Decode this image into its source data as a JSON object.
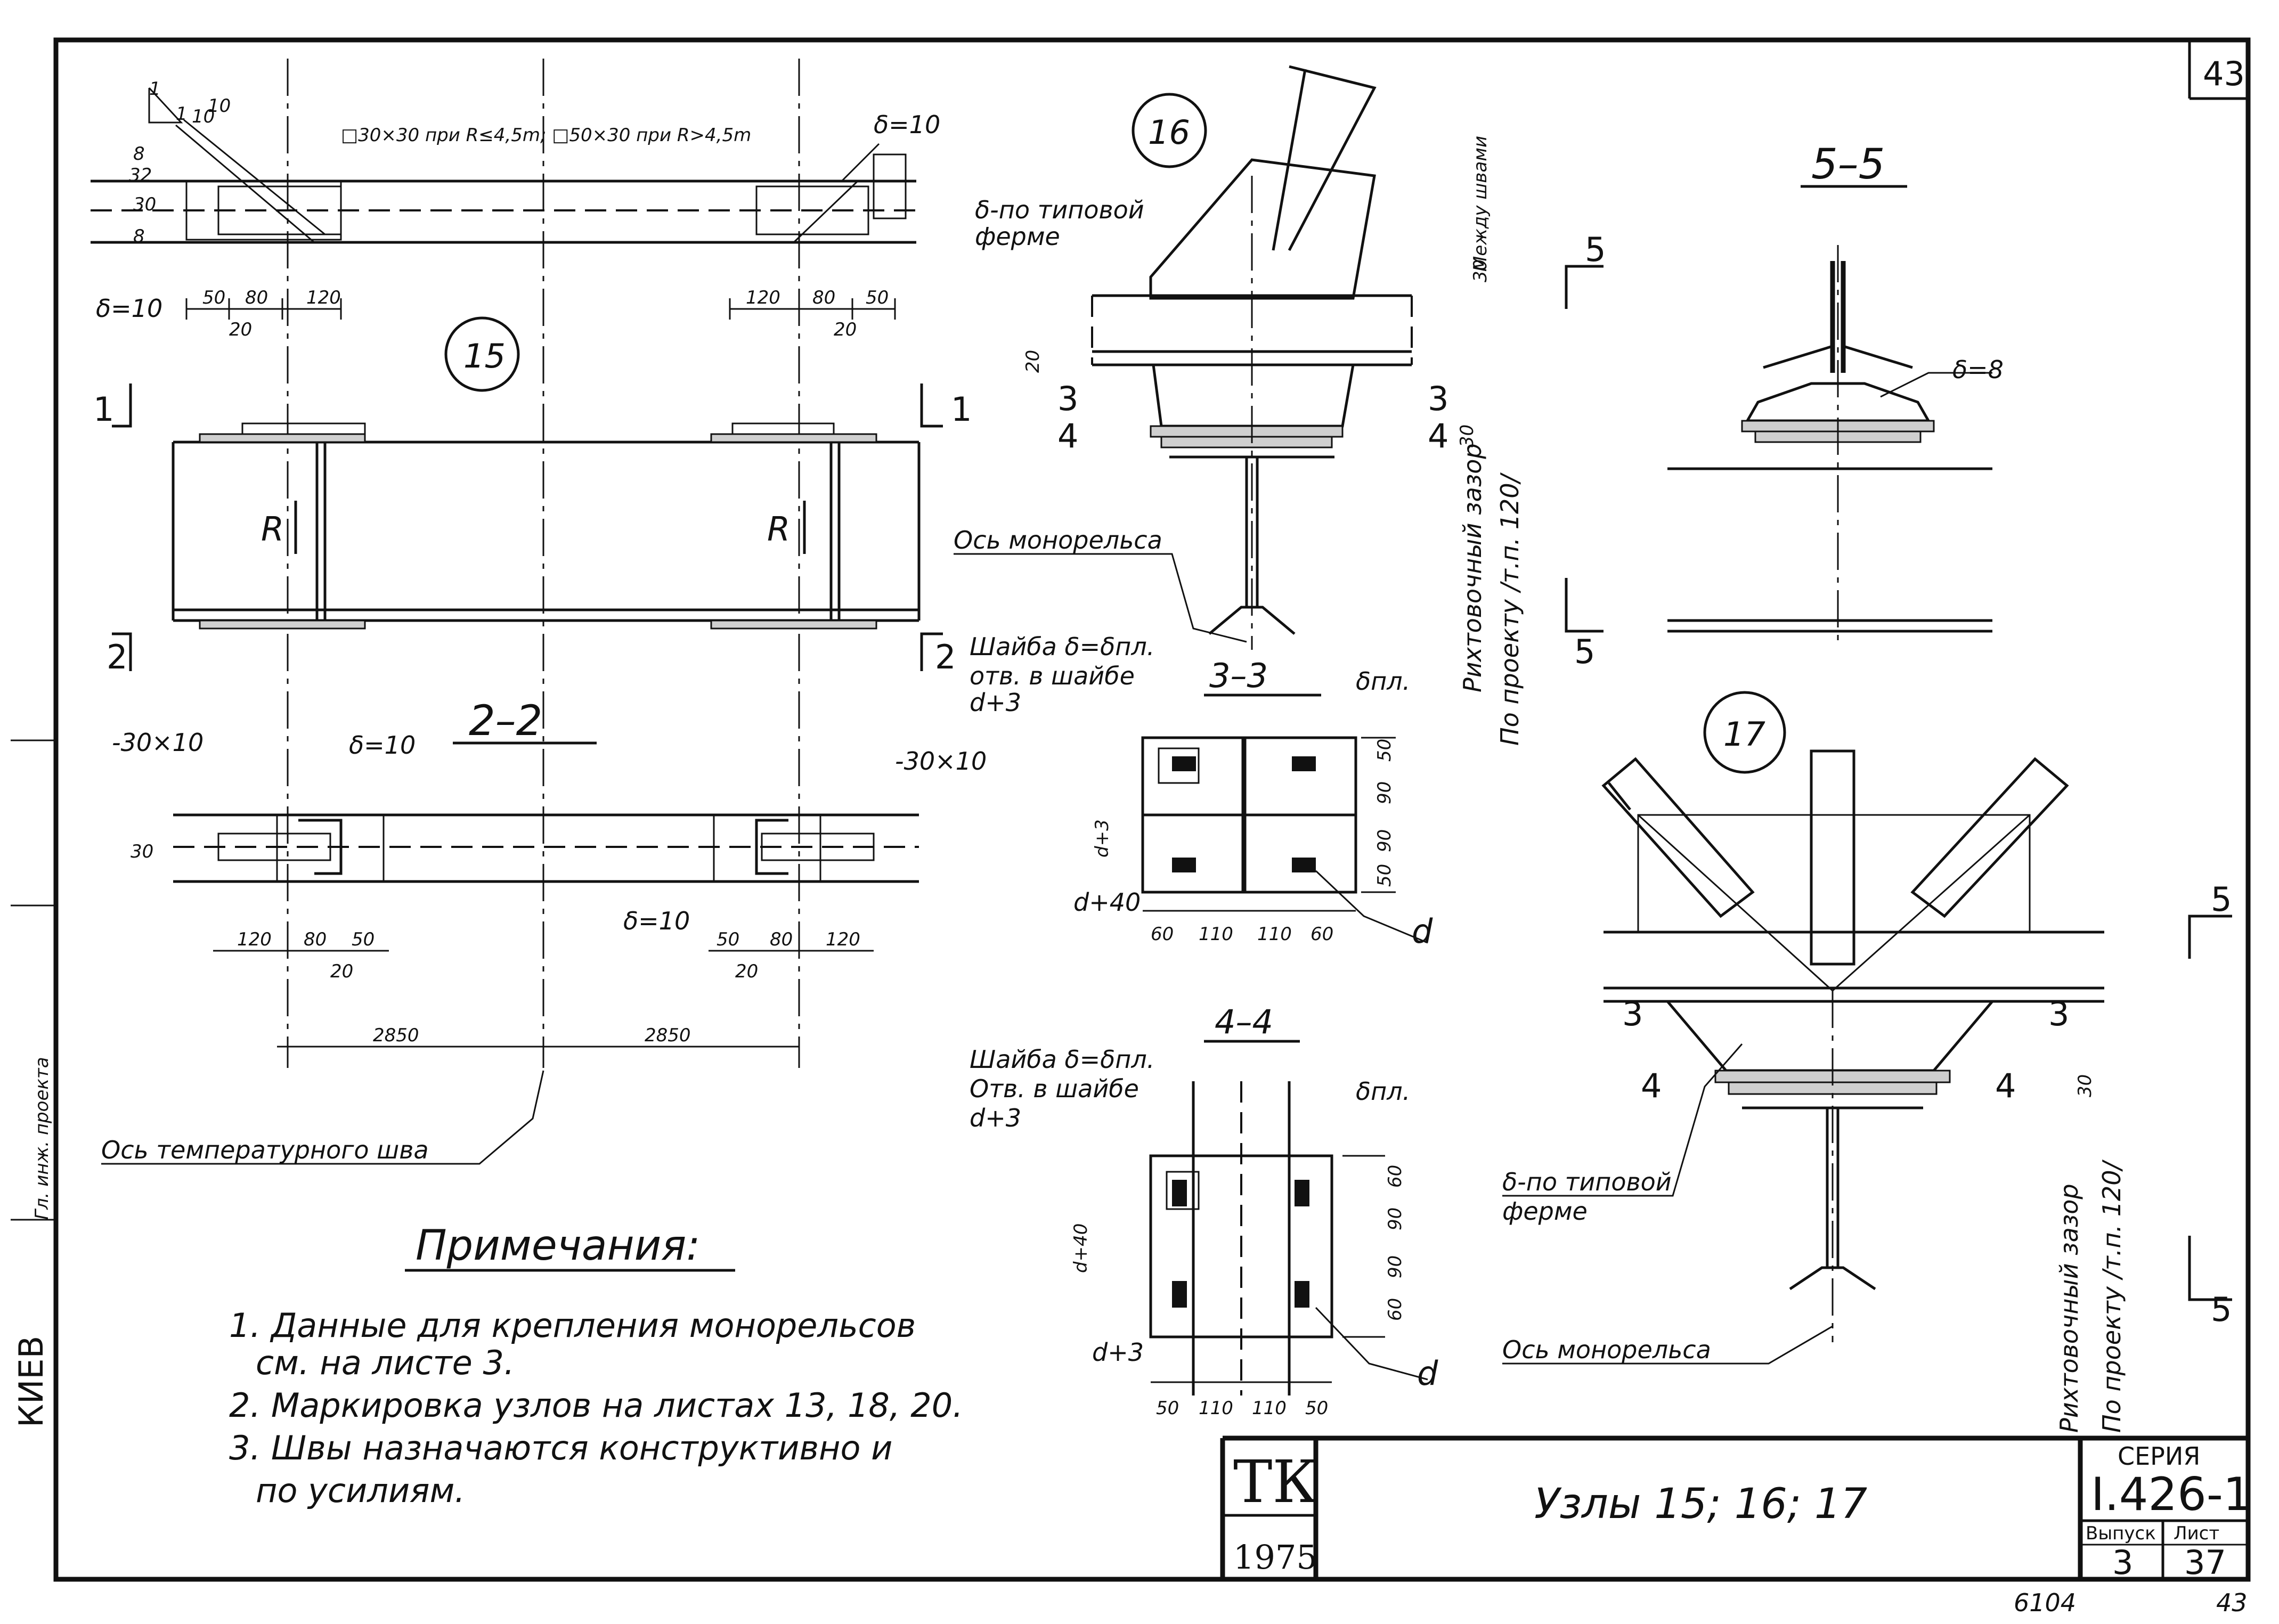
{
  "sheet": {
    "corner_sheet_no": "43",
    "archive_no": "6104",
    "bottom_sheet_no": "43",
    "side_mark": "КИЕВ"
  },
  "node15": {
    "label": "15",
    "note_plates": "□30×30 при R≤4,5m; □50×30 при R>4,5m",
    "thk_left": "δ=10",
    "thk_right": "δ=10",
    "dims_left": [
      "50",
      "80",
      "120",
      "20"
    ],
    "dims_right": [
      "120",
      "80",
      "50",
      "20"
    ],
    "dim_height": [
      "32",
      "30",
      "8",
      "8"
    ],
    "slope": [
      "1",
      "1",
      "10",
      "10"
    ],
    "load": "R"
  },
  "sections": {
    "s1": "1",
    "s2": "2",
    "s3": "3",
    "s4": "4",
    "s5": "5",
    "s22": "2–2",
    "s33": "3–3",
    "s44": "4–4",
    "s55": "5–5"
  },
  "section22": {
    "strip_left": "-30×10",
    "strip_right": "-30×10",
    "thk_top": "δ=10",
    "thk_bottom": "δ=10",
    "dim_height": "30",
    "dims_left": [
      "120",
      "80",
      "50",
      "20"
    ],
    "dims_right": [
      "50",
      "80",
      "120",
      "20"
    ],
    "span_left": "2850",
    "span_right": "2850",
    "axis_label": "Ось температурного шва"
  },
  "node16": {
    "label": "16",
    "truss_note_1": "δ-по типовой",
    "truss_note_2": "ферме",
    "between": "Между швами",
    "dim_top": "30",
    "dim_20": "20",
    "dim_30": "30",
    "rail_axis": "Ось монорельса",
    "gap_1": "Рихтовочный зазор",
    "gap_2": "По проекту /т.п. 120/"
  },
  "section33": {
    "washer_1": "Шайба δ=δпл.",
    "washer_2": "отв. в шайбе",
    "washer_3": "d+3",
    "plate": "δпл.",
    "dims_v": [
      "50",
      "90",
      "90",
      "50"
    ],
    "dims_h": [
      "60",
      "110",
      "110",
      "60"
    ],
    "d3": "d+3",
    "d40": "d+40",
    "d": "d"
  },
  "section44": {
    "washer_1": "Шайба δ=δпл.",
    "washer_2": "Отв. в шайбе",
    "washer_3": "d+3",
    "plate": "δпл.",
    "dims_v": [
      "60",
      "90",
      "90",
      "60"
    ],
    "dims_h": [
      "50",
      "110",
      "110",
      "50"
    ],
    "d40": "d+40",
    "d3": "d+3",
    "d": "d"
  },
  "section55": {
    "thk": "δ=8"
  },
  "node17": {
    "label": "17",
    "truss_note_1": "δ-по типовой",
    "truss_note_2": "ферме",
    "dim_30": "30",
    "rail_axis": "Ось монорельса",
    "gap_1": "Рихтовочный зазор",
    "gap_2": "По проекту /т.п. 120/"
  },
  "notes": {
    "title": "Примечания:",
    "items": [
      "1. Данные для крепления монорельсов",
      "см. на листе 3.",
      "2. Маркировка узлов на листах 13, 18, 20.",
      "3. Швы назначаются конструктивно и",
      "по усилиям."
    ]
  },
  "title_block": {
    "org": "ТК",
    "year": "1975",
    "title": "Узлы 15; 16; 17",
    "series_label": "СЕРИЯ",
    "series": "I.426-1",
    "issue_label": "Выпуск",
    "issue": "3",
    "sheet_label": "Лист",
    "sheet": "37"
  },
  "margin_stamp": "Гл. инж. проекта"
}
